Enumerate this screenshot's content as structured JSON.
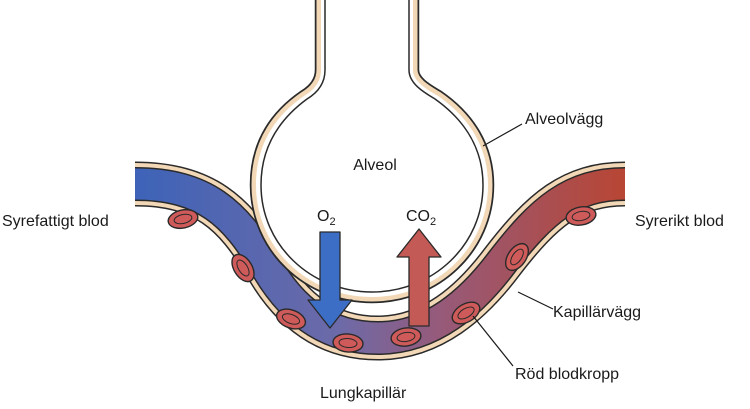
{
  "labels": {
    "alveol": "Alveol",
    "alveolvagg": "Alveolvägg",
    "syrefattigt": "Syrefattigt blod",
    "syrerikt": "Syrerikt blod",
    "kapillarvagg": "Kapillärvägg",
    "rod_blodkropp": "Röd blodkropp",
    "lungkapillar": "Lungkapillär"
  },
  "gases": {
    "o2_base": "O",
    "o2_sub": "2",
    "co2_base": "CO",
    "co2_sub": "2"
  },
  "colors": {
    "wall": "#f2d8b6",
    "outline": "#2a2a2a",
    "deoxygenated": "#3d63b8",
    "oxygenated": "#b84634",
    "rbc_fill": "#cf5a5a",
    "o2_arrow": "#3d6ec6",
    "co2_arrow": "#c45a55"
  }
}
